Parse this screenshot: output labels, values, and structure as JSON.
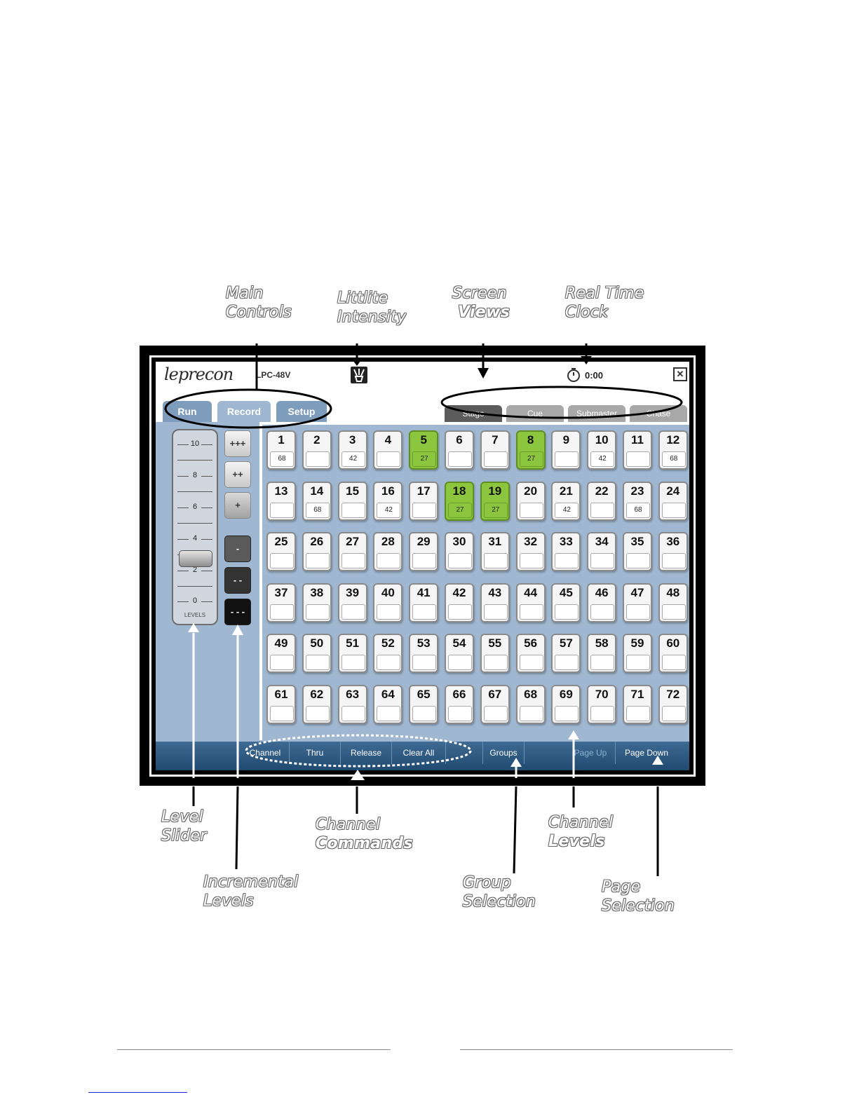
{
  "callouts": {
    "main_controls": [
      "Main",
      "Controls"
    ],
    "littlite": [
      "Littlite",
      "Intensity"
    ],
    "screen_views": [
      "Screen",
      "Views"
    ],
    "clock": [
      "Real Time",
      "Clock"
    ],
    "level_slider": [
      "Level",
      "Slider"
    ],
    "incremental": [
      "Incremental",
      "Levels"
    ],
    "channel_commands": [
      "Channel",
      "Commands"
    ],
    "group_selection": [
      "Group",
      "Selection"
    ],
    "channel_levels": [
      "Channel",
      "Levels"
    ],
    "page_selection": [
      "Page",
      "Selection"
    ]
  },
  "app": {
    "logo": "leprecon",
    "model": "LPC-48V",
    "clock": "0:00",
    "close": "✕"
  },
  "main_tabs": [
    "Run",
    "Record",
    "Setup"
  ],
  "view_tabs": [
    "Stage",
    "Cue",
    "Submaster",
    "Chase"
  ],
  "slider": {
    "ticks": [
      "10",
      "8",
      "6",
      "4",
      "2",
      "0"
    ],
    "label": "LEVELS",
    "value": 3
  },
  "increment_buttons": [
    "+++",
    "++",
    "+",
    "-",
    "- -",
    "- - -"
  ],
  "channels": [
    {
      "n": "1",
      "l": "68"
    },
    {
      "n": "2",
      "l": ""
    },
    {
      "n": "3",
      "l": "42"
    },
    {
      "n": "4",
      "l": ""
    },
    {
      "n": "5",
      "l": "27",
      "on": true
    },
    {
      "n": "6",
      "l": ""
    },
    {
      "n": "7",
      "l": ""
    },
    {
      "n": "8",
      "l": "27",
      "on": true
    },
    {
      "n": "9",
      "l": ""
    },
    {
      "n": "10",
      "l": "42"
    },
    {
      "n": "11",
      "l": ""
    },
    {
      "n": "12",
      "l": "68"
    },
    {
      "n": "13",
      "l": ""
    },
    {
      "n": "14",
      "l": "68"
    },
    {
      "n": "15",
      "l": ""
    },
    {
      "n": "16",
      "l": "42"
    },
    {
      "n": "17",
      "l": ""
    },
    {
      "n": "18",
      "l": "27",
      "on": true
    },
    {
      "n": "19",
      "l": "27",
      "on": true
    },
    {
      "n": "20",
      "l": ""
    },
    {
      "n": "21",
      "l": "42"
    },
    {
      "n": "22",
      "l": ""
    },
    {
      "n": "23",
      "l": "68"
    },
    {
      "n": "24",
      "l": ""
    },
    {
      "n": "25",
      "l": ""
    },
    {
      "n": "26",
      "l": ""
    },
    {
      "n": "27",
      "l": ""
    },
    {
      "n": "28",
      "l": ""
    },
    {
      "n": "29",
      "l": ""
    },
    {
      "n": "30",
      "l": ""
    },
    {
      "n": "31",
      "l": ""
    },
    {
      "n": "32",
      "l": ""
    },
    {
      "n": "33",
      "l": ""
    },
    {
      "n": "34",
      "l": ""
    },
    {
      "n": "35",
      "l": ""
    },
    {
      "n": "36",
      "l": ""
    },
    {
      "n": "37",
      "l": ""
    },
    {
      "n": "38",
      "l": ""
    },
    {
      "n": "39",
      "l": ""
    },
    {
      "n": "40",
      "l": ""
    },
    {
      "n": "41",
      "l": ""
    },
    {
      "n": "42",
      "l": ""
    },
    {
      "n": "43",
      "l": ""
    },
    {
      "n": "44",
      "l": ""
    },
    {
      "n": "45",
      "l": ""
    },
    {
      "n": "46",
      "l": ""
    },
    {
      "n": "47",
      "l": ""
    },
    {
      "n": "48",
      "l": ""
    },
    {
      "n": "49",
      "l": ""
    },
    {
      "n": "50",
      "l": ""
    },
    {
      "n": "51",
      "l": ""
    },
    {
      "n": "52",
      "l": ""
    },
    {
      "n": "53",
      "l": ""
    },
    {
      "n": "54",
      "l": ""
    },
    {
      "n": "55",
      "l": ""
    },
    {
      "n": "56",
      "l": ""
    },
    {
      "n": "57",
      "l": ""
    },
    {
      "n": "58",
      "l": ""
    },
    {
      "n": "59",
      "l": ""
    },
    {
      "n": "60",
      "l": ""
    },
    {
      "n": "61",
      "l": ""
    },
    {
      "n": "62",
      "l": ""
    },
    {
      "n": "63",
      "l": ""
    },
    {
      "n": "64",
      "l": ""
    },
    {
      "n": "65",
      "l": ""
    },
    {
      "n": "66",
      "l": ""
    },
    {
      "n": "67",
      "l": ""
    },
    {
      "n": "68",
      "l": ""
    },
    {
      "n": "69",
      "l": ""
    },
    {
      "n": "70",
      "l": ""
    },
    {
      "n": "71",
      "l": ""
    },
    {
      "n": "72",
      "l": ""
    }
  ],
  "commands": [
    "Channel",
    "Thru",
    "Release",
    "Clear All",
    "Groups",
    "Page Up",
    "Page Down"
  ],
  "colors": {
    "active_channel": "#8cc63f",
    "panel": "#9fb7d1",
    "bar": "#2f5b84"
  }
}
